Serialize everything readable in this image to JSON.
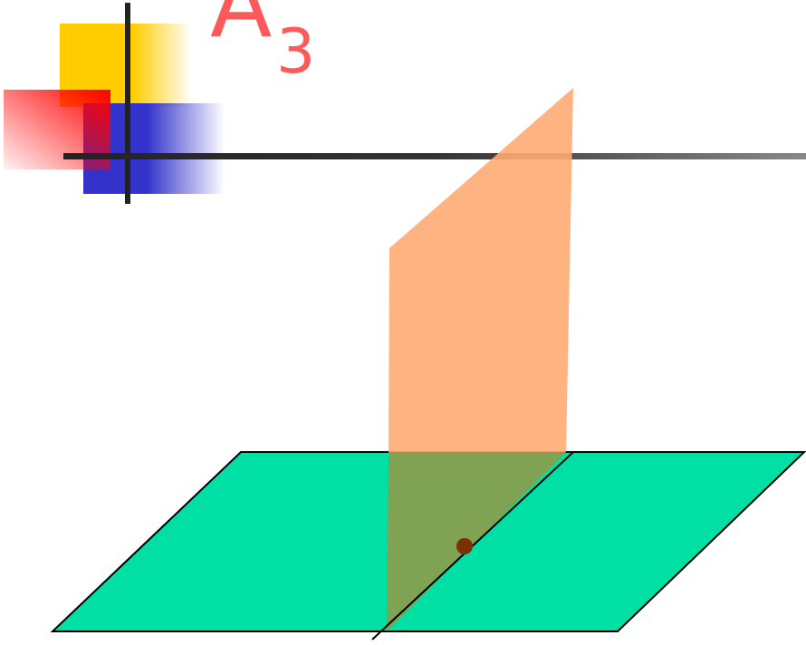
{
  "slide": {
    "heading_main": "A",
    "heading_subscript": "3"
  },
  "colors": {
    "title": "#ff5a5a",
    "horizontal_plane": "#00e0a4",
    "vertical_plane": "#ffab72",
    "overlap": "#7fa253",
    "point": "#7a3205",
    "logo_yellow": "#ffcc00",
    "logo_red": "#ff0000",
    "logo_blue": "#3333cc",
    "rule_dark": "#222222"
  },
  "icons": {
    "logo": "decorative-squares-logo"
  }
}
